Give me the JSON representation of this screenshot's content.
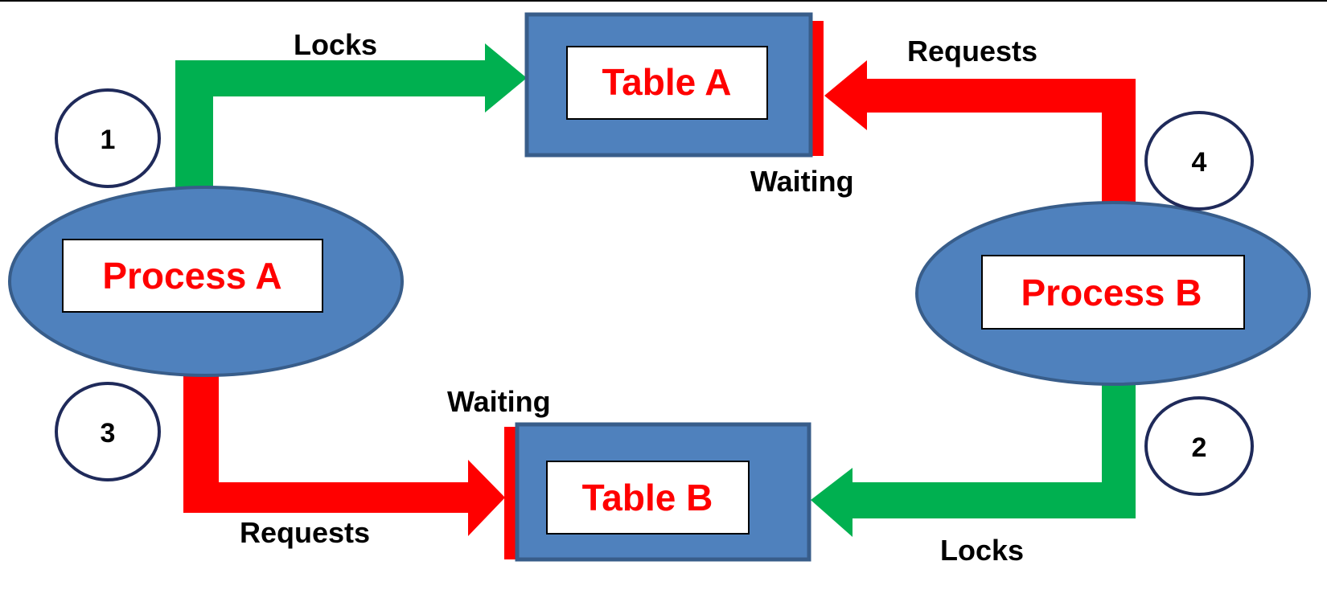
{
  "colors": {
    "lock_arrow": "#00b050",
    "request_arrow": "#ff0000",
    "shape_fill": "#4f81bd",
    "shape_stroke": "#385d8a",
    "label_box_fill": "#ffffff",
    "label_text": "#ff0000",
    "circle_stroke": "#1f2a5a"
  },
  "processes": {
    "a": {
      "label": "Process A"
    },
    "b": {
      "label": "Process B"
    }
  },
  "tables": {
    "a": {
      "label": "Table A"
    },
    "b": {
      "label": "Table B"
    }
  },
  "arrows": {
    "a_locks_table_a": {
      "label": "Locks",
      "step": "1"
    },
    "b_locks_table_b": {
      "label": "Locks",
      "step": "2"
    },
    "a_requests_table_b": {
      "label": "Requests",
      "step": "3"
    },
    "b_requests_table_a": {
      "label": "Requests",
      "step": "4"
    }
  },
  "waiting": {
    "table_a": "Waiting",
    "table_b": "Waiting"
  }
}
